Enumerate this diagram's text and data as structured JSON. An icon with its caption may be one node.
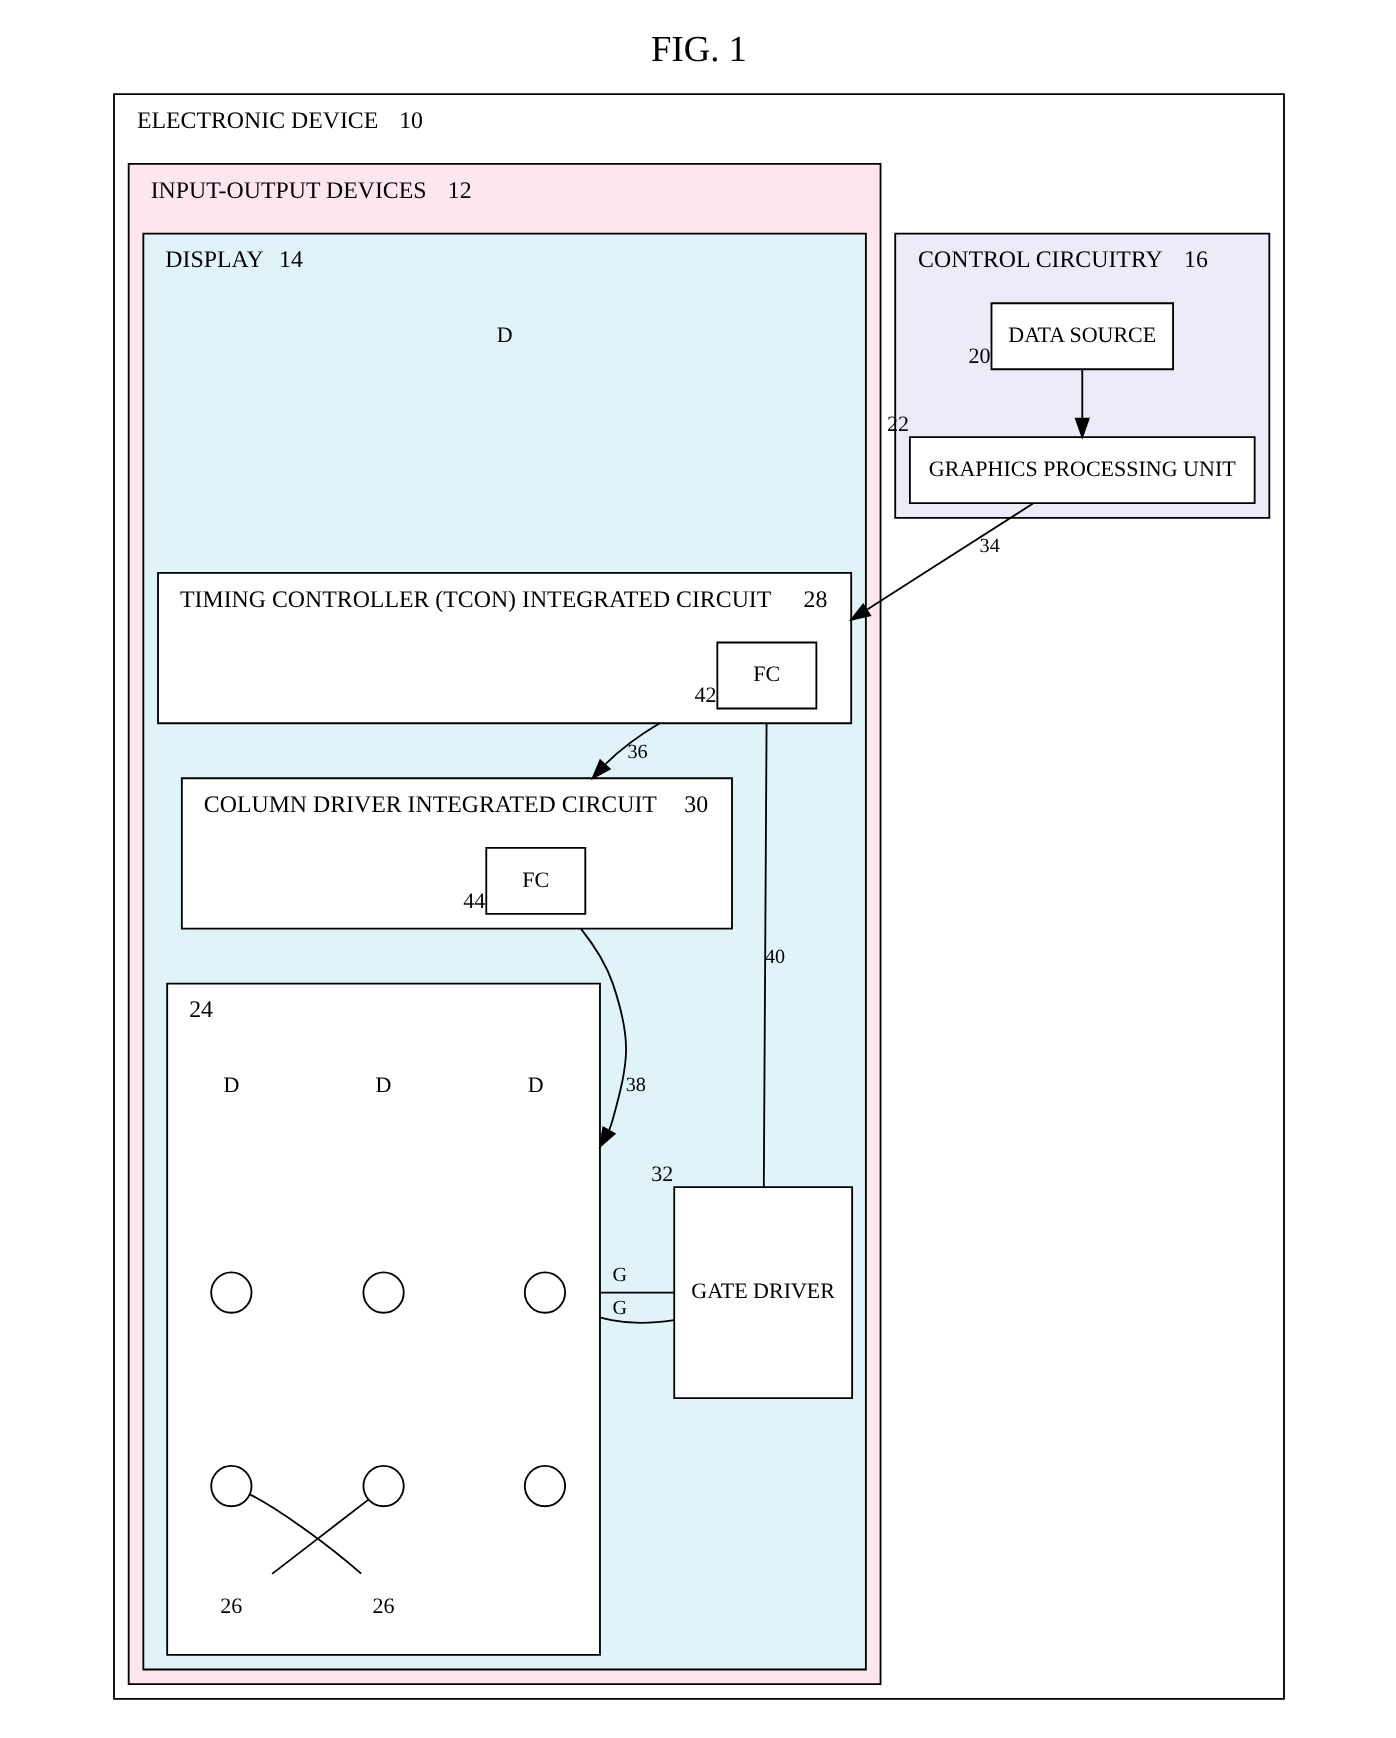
{
  "diagram": {
    "title": "FIG. 1",
    "nodes": [
      {
        "text": [
          "ELECTRONIC DEVICE"
        ],
        "beside": [
          "10"
        ]
      },
      {
        "text": [
          "CONTROL CIRCUITRY"
        ],
        "beside": [
          "16"
        ],
        "in": 0
      },
      {
        "text": [
          "DATA SOURCE"
        ],
        "beside": [
          "20"
        ],
        "in": 1
      },
      {
        "text": [
          "GRAPHICS PROCESSING UNIT"
        ],
        "beside": [
          "22"
        ],
        "in": 1
      },
      {
        "text": [
          "INPUT-OUTPUT DEVICES"
        ],
        "beside": [
          "12"
        ],
        "in": 0
      },
      {
        "text": [
          "DISPLAY"
        ],
        "beside": [
          "14"
        ],
        "in": 4
      },
      {
        "text": [
          "TIMING CONTROLLER (TCON) INTEGRATED CIRCUIT"
        ],
        "beside": [
          "28"
        ],
        "in": 5
      },
      {
        "text": [
          "FC"
        ],
        "beside": [
          "42"
        ],
        "in": 6
      },
      {
        "text": [
          "COLUMN DRIVER INTEGRATED CIRCUIT"
        ],
        "beside": [
          "30"
        ],
        "in": 5
      },
      {
        "text": [
          "FC"
        ],
        "beside": [
          "44"
        ],
        "in": 8
      },
      {
        "text": [
          "GATE DRIVER"
        ],
        "beside": [
          "32"
        ],
        "in": 5
      },
      {
        "text": [],
        "shape": "box",
        "beside": [
          "24"
        ],
        "in": 5
      },
      {
        "text": [],
        "shape": "circle",
        "in": 11
      },
      {
        "text": [],
        "shape": "circle",
        "in": 11
      },
      {
        "text": [],
        "shape": "circle",
        "in": 11
      },
      {
        "text": [],
        "shape": "circle",
        "in": 11
      },
      {
        "text": [],
        "shape": "circle",
        "in": 11
      },
      {
        "text": [],
        "shape": "circle",
        "in": 11
      },
      {
        "text": [
          "26"
        ],
        "in": 11
      },
      {
        "text": [
          "26"
        ],
        "in": 11
      }
    ],
    "edges": [
      {
        "from": 2,
        "to": 3,
        "arrow": "to"
      },
      {
        "from": 3,
        "to": 6,
        "arrow": "to",
        "label": "34"
      },
      {
        "from": 6,
        "to": 8,
        "arrow": "to",
        "label": "36"
      },
      {
        "from": 6,
        "to": 10,
        "arrow": "none",
        "label": "40"
      },
      {
        "from": 8,
        "to": 11,
        "arrow": "to",
        "label": "38"
      },
      {
        "from": 10,
        "to": 11,
        "arrow": "none",
        "label": "G"
      },
      {
        "from": 10,
        "to": 11,
        "arrow": "none",
        "label": "G"
      },
      {
        "from": 18,
        "to": 17,
        "arrow": "none"
      },
      {
        "from": 19,
        "to": 16,
        "arrow": "none"
      }
    ],
    "labels": [
      "D",
      "D",
      "D",
      "D"
    ]
  }
}
